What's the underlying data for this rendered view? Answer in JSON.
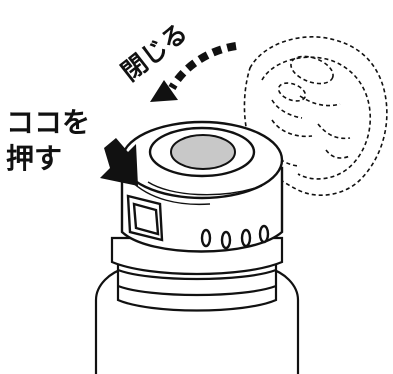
{
  "labels": {
    "close": "閉じる",
    "push_line1": "ココを",
    "push_line2": "押す"
  },
  "colors": {
    "outline": "#111111",
    "button_fill": "#c8c8c8",
    "background": "#ffffff"
  },
  "icons": [
    "curved-arrow-icon",
    "push-arrow-icon"
  ]
}
